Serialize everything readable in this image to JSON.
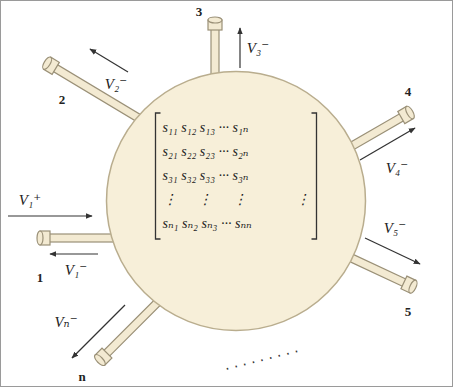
{
  "diagram": {
    "nodes": [
      {
        "text": [
          "s₁₁ s₁₂ s₁₃ ··· s₁ₙ",
          "s₂₁ s₂₂ s₂₃ ··· s₂ₙ",
          "s₃₁ s₃₂ s₃₃ ··· s₃ₙ",
          "⋮      ⋮      ⋮              ⋮",
          "sₙ₁ sₙ₂ sₙ₃ ··· sₙₙ"
        ]
      }
    ],
    "labels": [
      "V₁⁺",
      "V₁⁻",
      "1",
      "2",
      "V₂⁻",
      "3",
      "V₃⁻",
      "4",
      "V₄⁻",
      "V₅⁻",
      "5",
      "Vₙ⁻",
      "n",
      "· · · · · · · · ·"
    ]
  }
}
